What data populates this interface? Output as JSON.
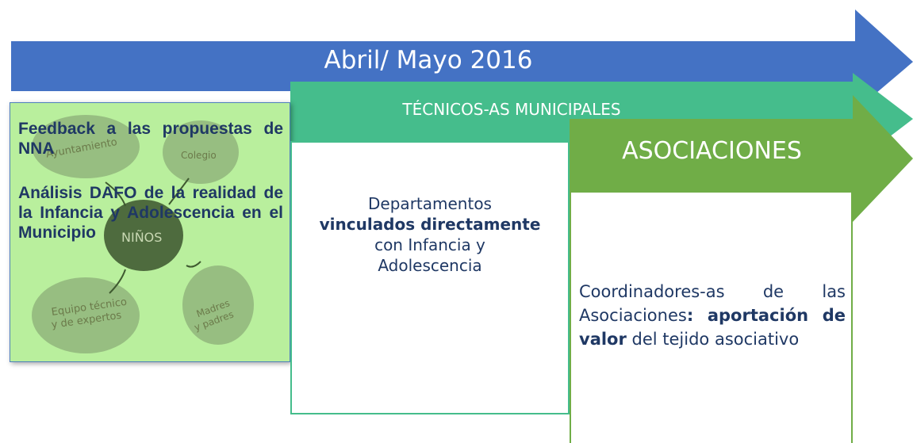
{
  "arrows": {
    "period": {
      "label": "Abril/ Mayo 2016",
      "color": "#4472c4"
    },
    "tecnicos": {
      "label": "TÉCNICOS-AS MUNICIPALES",
      "color": "#45bd8c"
    },
    "asociaciones": {
      "label": "ASOCIACIONES",
      "color": "#70ad47"
    }
  },
  "ninos_panel": {
    "background": "#b9ef9d",
    "illustration_labels": {
      "center": "NIÑOS",
      "ayuntamiento": "Ayuntamiento",
      "colegio": "Colegio",
      "equipo": [
        "Equipo técnico",
        "y de expertos"
      ],
      "madres": [
        "Madres",
        "y padres"
      ]
    },
    "items": [
      "Feedback a las propuestas de NNA",
      "Análisis DAFO de la realidad de la Infancia y Adolescencia en el Municipio"
    ],
    "text_color": "#1f3864"
  },
  "tecnicos_panel": {
    "line1": "Departamentos",
    "bold": "vinculados directamente",
    "line3": "con Infancia y",
    "line4": "Adolescencia"
  },
  "asociaciones_panel": {
    "text1": "Coordinadores-as de las Asociaciones",
    "bold": ": aportación de valor",
    "text2": " del tejido asociativo"
  }
}
